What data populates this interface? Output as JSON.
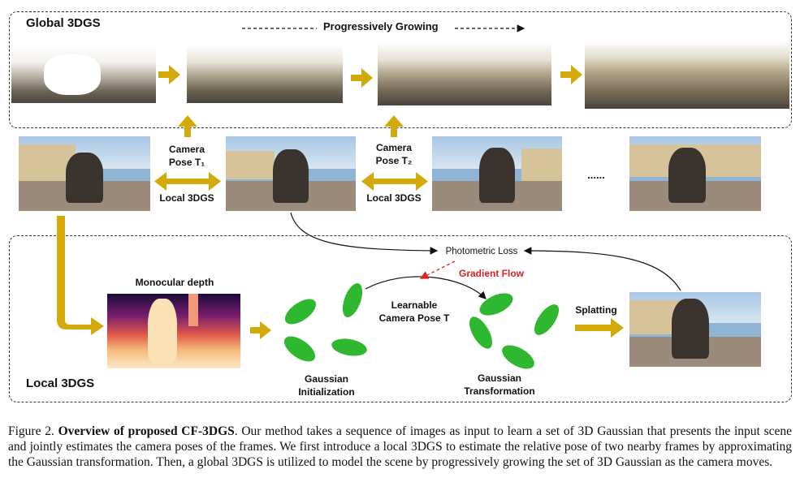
{
  "global": {
    "title": "Global 3DGS",
    "growing_label": "Progressively Growing"
  },
  "middle": {
    "pose1_line1": "Camera",
    "pose1_line2": "Pose T₁",
    "pose2_line1": "Camera",
    "pose2_line2": "Pose T₂",
    "local1": "Local 3DGS",
    "local2": "Local 3DGS",
    "ellipsis": "......"
  },
  "local": {
    "title": "Local 3DGS",
    "depth_label": "Monocular depth",
    "photometric_loss": "Photometric Loss",
    "gradient_flow": "Gradient Flow",
    "learnable_line1": "Learnable",
    "learnable_line2": "Camera Pose T",
    "splatting": "Splatting",
    "gauss_init_line1": "Gaussian",
    "gauss_init_line2": "Initialization",
    "gauss_trans_line1": "Gaussian",
    "gauss_trans_line2": "Transformation"
  },
  "caption": {
    "prefix": "Figure 2.",
    "bold_title": "Overview of proposed CF-3DGS",
    "body": ". Our method takes a sequence of images as input to learn a set of 3D Gaussian that presents the input scene and jointly estimates the camera poses of the frames. We first introduce a local 3DGS to estimate the relative pose of two nearby frames by approximating the Gaussian transformation. Then, a global 3DGS is utilized to model the scene by progressively growing the set of 3D Gaussian as the camera moves."
  },
  "colors": {
    "arrow_gold": "#d4aa0a",
    "gaussian_green": "#2fb82f",
    "gradient_red": "#e02020"
  }
}
